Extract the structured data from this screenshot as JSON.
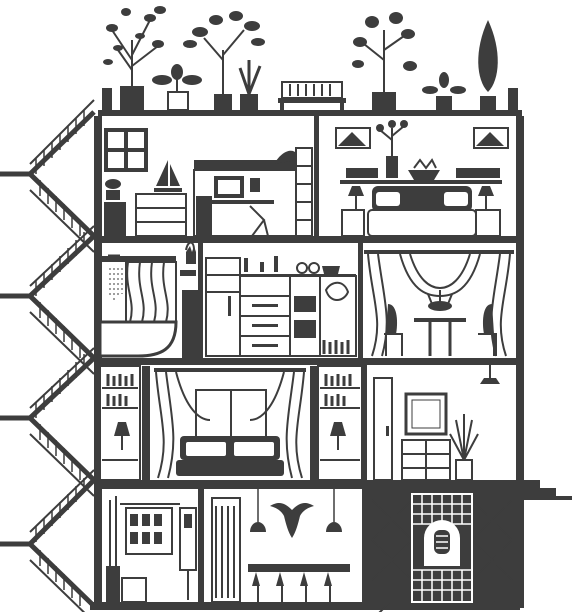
{
  "colors": {
    "ink": "#3d3d3d",
    "background": "#ffffff"
  },
  "scene": {
    "subject": "house-cross-section",
    "floors": [
      {
        "name": "roof-garden",
        "rooms": [
          "rooftop-terrace"
        ]
      },
      {
        "name": "attic",
        "rooms": [
          "kids-bedroom",
          "master-bedroom"
        ]
      },
      {
        "name": "second-floor",
        "rooms": [
          "bathroom",
          "kitchen",
          "dining-room"
        ]
      },
      {
        "name": "first-floor",
        "rooms": [
          "living-room",
          "hallway"
        ]
      },
      {
        "name": "basement",
        "rooms": [
          "utility-room",
          "bar-room",
          "wine-cellar"
        ]
      }
    ],
    "icons": [
      "plant-icon",
      "bench-icon",
      "staircase-icon",
      "bed-icon",
      "sailboat-icon",
      "tree-icon",
      "lamp-icon",
      "sofa-icon",
      "curtain-icon",
      "bathtub-icon",
      "shower-icon",
      "fridge-icon",
      "stove-icon",
      "cabinet-icon",
      "mirror-icon",
      "bull-skull-icon",
      "pendant-lamp-icon",
      "boiler-icon",
      "fuse-box-icon",
      "wine-rack-icon"
    ]
  }
}
